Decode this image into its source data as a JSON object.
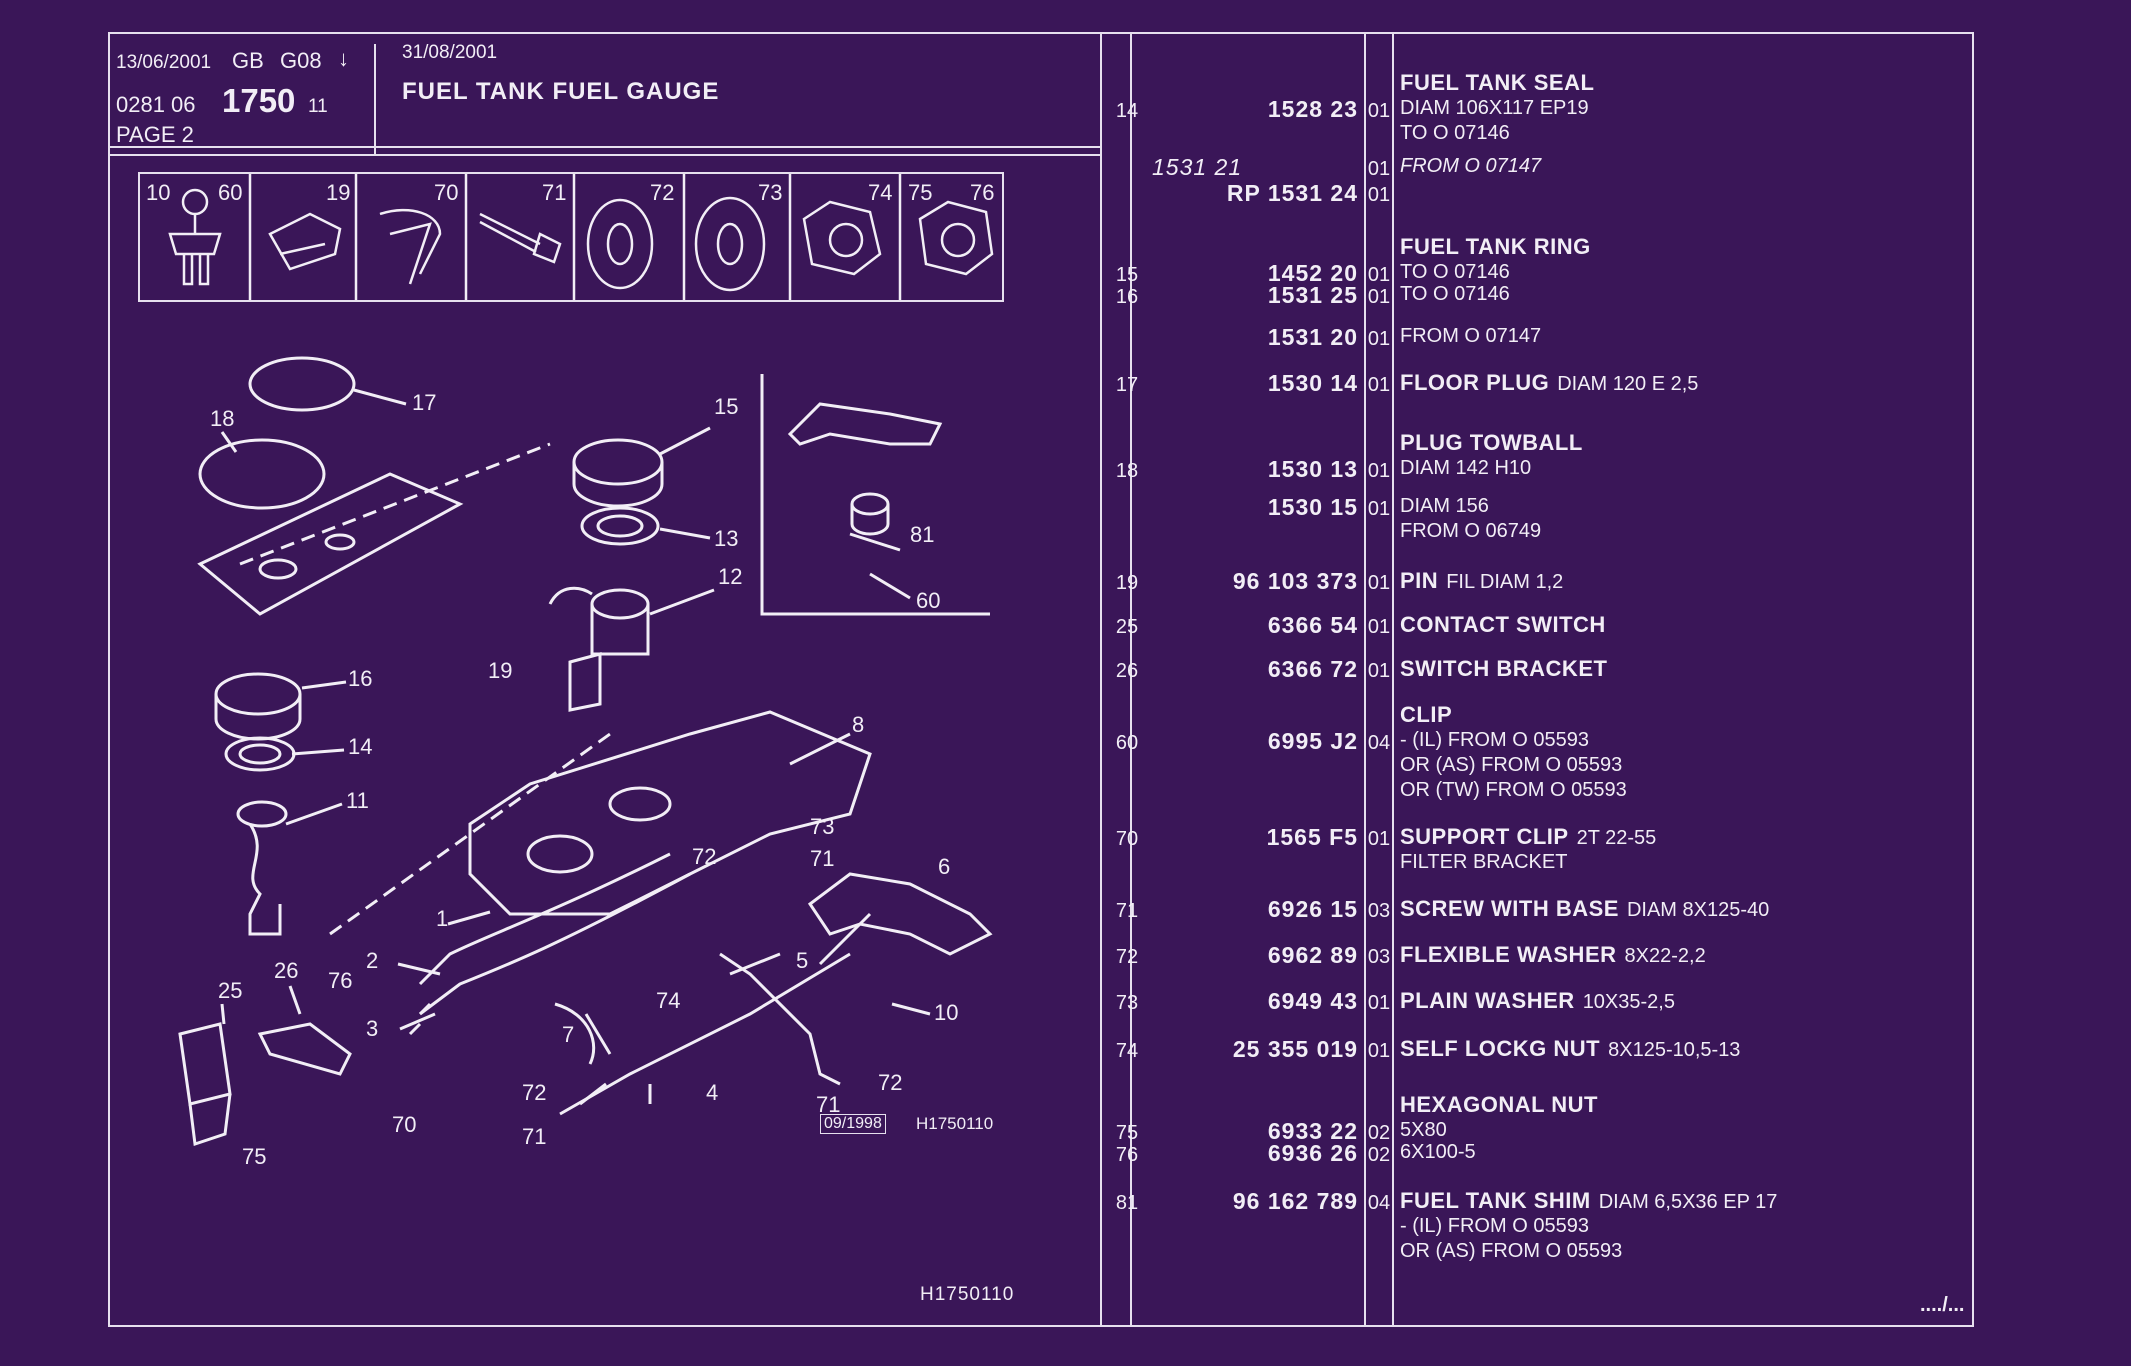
{
  "header": {
    "date1": "13/06/2001",
    "lang": "GB",
    "group": "G08",
    "arrow": "↓",
    "code_prefix": "0281 06",
    "code_main": "1750",
    "code_suffix": "11",
    "page": "PAGE 2",
    "date2": "31/08/2001",
    "title": "FUEL TANK FUEL GAUGE"
  },
  "thumbnails": [
    "10",
    "60",
    "19",
    "70",
    "71",
    "72",
    "73",
    "74",
    "75",
    "76"
  ],
  "diagram": {
    "date_stamp": "09/1998",
    "ref_code": "H1750110",
    "footer_code": "H1750110",
    "callouts": [
      "17",
      "18",
      "15",
      "13",
      "12",
      "19",
      "16",
      "14",
      "11",
      "8",
      "73",
      "72",
      "71",
      "6",
      "1",
      "2",
      "3",
      "26",
      "25",
      "76",
      "5",
      "74",
      "7",
      "10",
      "70",
      "72",
      "71",
      "4",
      "72",
      "71",
      "75",
      "81",
      "60"
    ]
  },
  "parts": [
    {
      "ref": "14",
      "part": "1528 23",
      "qty": "01",
      "name": "FUEL TANK SEAL",
      "spec": "",
      "lines": [
        "DIAM 106X117 EP19",
        "TO  O  07146"
      ]
    },
    {
      "ref": "",
      "part": "1531 21",
      "qty": "01",
      "name": "",
      "spec": "",
      "lines": [
        "FROM  O  07147"
      ],
      "italic": true
    },
    {
      "ref": "",
      "part": "RP  1531 24",
      "qty": "01",
      "name": "",
      "spec": "",
      "lines": []
    },
    {
      "ref": "15",
      "part": "1452 20",
      "qty": "01",
      "name": "FUEL TANK RING",
      "spec": "",
      "lines": [
        "TO  O  07146"
      ]
    },
    {
      "ref": "16",
      "part": "1531 25",
      "qty": "01",
      "name": "",
      "spec": "",
      "lines": [
        "TO  O  07146"
      ]
    },
    {
      "ref": "",
      "part": "1531 20",
      "qty": "01",
      "name": "",
      "spec": "",
      "lines": [
        "FROM  O  07147"
      ]
    },
    {
      "ref": "17",
      "part": "1530 14",
      "qty": "01",
      "name": "FLOOR PLUG",
      "spec": "DIAM  120 E 2,5",
      "lines": []
    },
    {
      "ref": "18",
      "part": "1530 13",
      "qty": "01",
      "name": "PLUG TOWBALL",
      "spec": "",
      "lines": [
        "DIAM  142  H10"
      ]
    },
    {
      "ref": "",
      "part": "1530 15",
      "qty": "01",
      "name": "",
      "spec": "",
      "lines": [
        "DIAM  156",
        "FROM  O  06749"
      ]
    },
    {
      "ref": "19",
      "part": "96 103 373",
      "qty": "01",
      "name": "PIN",
      "spec": "FIL  DIAM  1,2",
      "lines": []
    },
    {
      "ref": "25",
      "part": "6366 54",
      "qty": "01",
      "name": "CONTACT SWITCH",
      "spec": "",
      "lines": []
    },
    {
      "ref": "26",
      "part": "6366 72",
      "qty": "01",
      "name": "SWITCH BRACKET",
      "spec": "",
      "lines": []
    },
    {
      "ref": "60",
      "part": "6995 J2",
      "qty": "04",
      "name": "CLIP",
      "spec": "",
      "lines": [
        "-     (IL)  FROM  O  05593",
        "OR  (AS)  FROM  O  05593",
        "OR  (TW)  FROM  O  05593"
      ]
    },
    {
      "ref": "70",
      "part": "1565 F5",
      "qty": "01",
      "name": "SUPPORT CLIP",
      "spec": "2T  22-55",
      "lines": [
        "FILTER BRACKET"
      ]
    },
    {
      "ref": "71",
      "part": "6926 15",
      "qty": "03",
      "name": "SCREW WITH BASE",
      "spec": "DIAM  8X125-40",
      "lines": []
    },
    {
      "ref": "72",
      "part": "6962 89",
      "qty": "03",
      "name": "FLEXIBLE WASHER",
      "spec": "8X22-2,2",
      "lines": []
    },
    {
      "ref": "73",
      "part": "6949 43",
      "qty": "01",
      "name": "PLAIN WASHER",
      "spec": "10X35-2,5",
      "lines": []
    },
    {
      "ref": "74",
      "part": "25 355 019",
      "qty": "01",
      "name": "SELF LOCKG NUT",
      "spec": "8X125-10,5-13",
      "lines": []
    },
    {
      "ref": "75",
      "part": "6933 22",
      "qty": "02",
      "name": "HEXAGONAL NUT",
      "spec": "",
      "lines": [
        "5X80"
      ]
    },
    {
      "ref": "76",
      "part": "6936 26",
      "qty": "02",
      "name": "",
      "spec": "",
      "lines": [
        "6X100-5"
      ]
    },
    {
      "ref": "81",
      "part": "96 162 789",
      "qty": "04",
      "name": "FUEL TANK SHIM",
      "spec": "DIAM  6,5X36  EP  17",
      "lines": [
        "-     (IL)  FROM  O  05593",
        "OR  (AS)  FROM  O  05593"
      ]
    }
  ],
  "footer": {
    "continue": "..../..."
  }
}
